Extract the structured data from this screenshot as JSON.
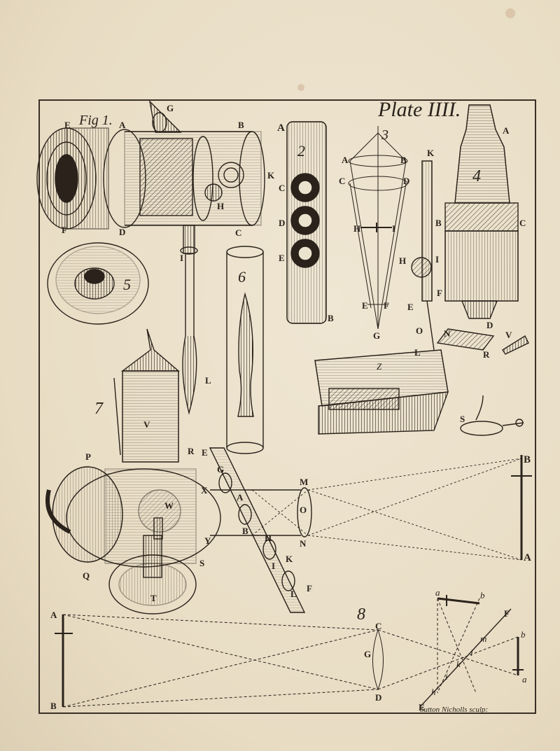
{
  "plate": {
    "title": "Plate IIII.",
    "credit": "Sutton Nicholls sculp:"
  },
  "figure_numbers": {
    "fig1": "Fig 1.",
    "fig2": "2",
    "fig3": "3",
    "fig4": "4",
    "fig5": "5",
    "fig6": "6",
    "fig7": "7",
    "fig8": "8"
  },
  "labels": {
    "f1_E": "E",
    "f1_A": "A",
    "f1_G": "G",
    "f1_B": "B",
    "f1_K": "K",
    "f1_F": "F",
    "f1_D": "D",
    "f1_C": "C",
    "f1_H": "H",
    "f1_I": "I",
    "f1_L": "L",
    "f2_A": "A",
    "f2_C": "C",
    "f2_D": "D",
    "f2_E": "E",
    "f2_B": "B",
    "f3_A": "A",
    "f3_B": "B",
    "f3_C": "C",
    "f3_D": "D",
    "f3_H": "H",
    "f3_I": "I",
    "f3_E": "E",
    "f3_F": "F",
    "f3_G": "G",
    "f4_A": "A",
    "f4_K": "K",
    "f4_B": "B",
    "f4_C": "C",
    "f4_H": "H",
    "f4_I": "I",
    "f4_F": "F",
    "f4_E": "E",
    "f4_D": "D",
    "f4_O": "O",
    "f4_N": "N",
    "f4_V": "V",
    "f4_L": "L",
    "f4_R": "R",
    "f4_Z": "Z",
    "f4_S": "S",
    "f7_V": "V",
    "f7_P": "P",
    "f7_R": "R",
    "f7_E": "E",
    "f7_G": "G",
    "f7_X": "X",
    "f7_W": "W",
    "f7_Q": "Q",
    "f7_T": "T",
    "f7_S": "S",
    "f7_Y": "Y",
    "f7_M": "M",
    "f7_O": "O",
    "f7_N": "N",
    "f7_A": "A",
    "f7_B2": "B",
    "f7_H": "H",
    "f7_I": "I",
    "f7_K": "K",
    "f7_L": "L",
    "f7_F": "F",
    "f7_Bscreen": "B",
    "f7_Ascreen": "A",
    "f8_A": "A",
    "f8_B": "B",
    "f8_C": "C",
    "f8_G": "G",
    "f8_D": "D",
    "f8_E": "E",
    "f8_F": "F",
    "f8_a_top": "a",
    "f8_b_top": "b",
    "f8_m": "m",
    "f8_l": "l",
    "f8_k": "k",
    "f8_i": "i",
    "f8_h": "h",
    "f8_b_right": "b",
    "f8_a_right": "a"
  },
  "colors": {
    "ink": "#2a221b",
    "paper": "#ece3cf",
    "frame": "#3a3026"
  }
}
